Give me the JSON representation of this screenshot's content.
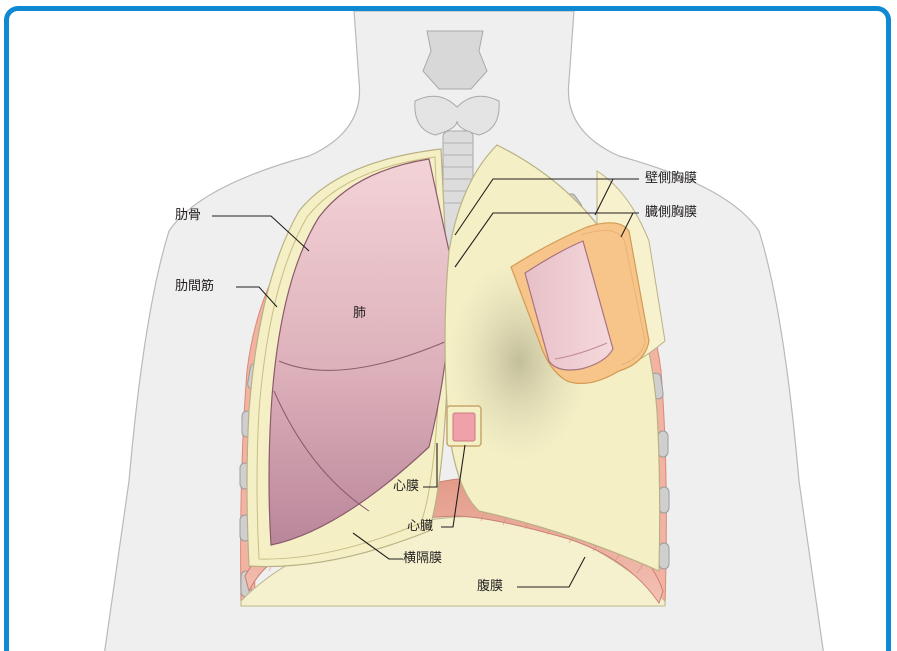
{
  "labels": {
    "rib": "肋骨",
    "intercostal_muscle": "肋間筋",
    "lung": "肺",
    "parietal_pleura": "壁側胸膜",
    "visceral_pleura": "臓側胸膜",
    "pericardium": "心膜",
    "heart": "心臓",
    "diaphragm": "横隔膜",
    "peritoneum": "腹膜"
  },
  "colors": {
    "frame": "#0f8ad2",
    "body_silhouette": "#efefef",
    "pleura_yellow": "#f4efc4",
    "lung_pink": "#d9a3b0",
    "muscle_pink": "#f2b3a3",
    "visceral_orange": "#f7c58a",
    "heart_shadow": "#c9c5a3",
    "rib_gray": "#c9c9c9"
  }
}
